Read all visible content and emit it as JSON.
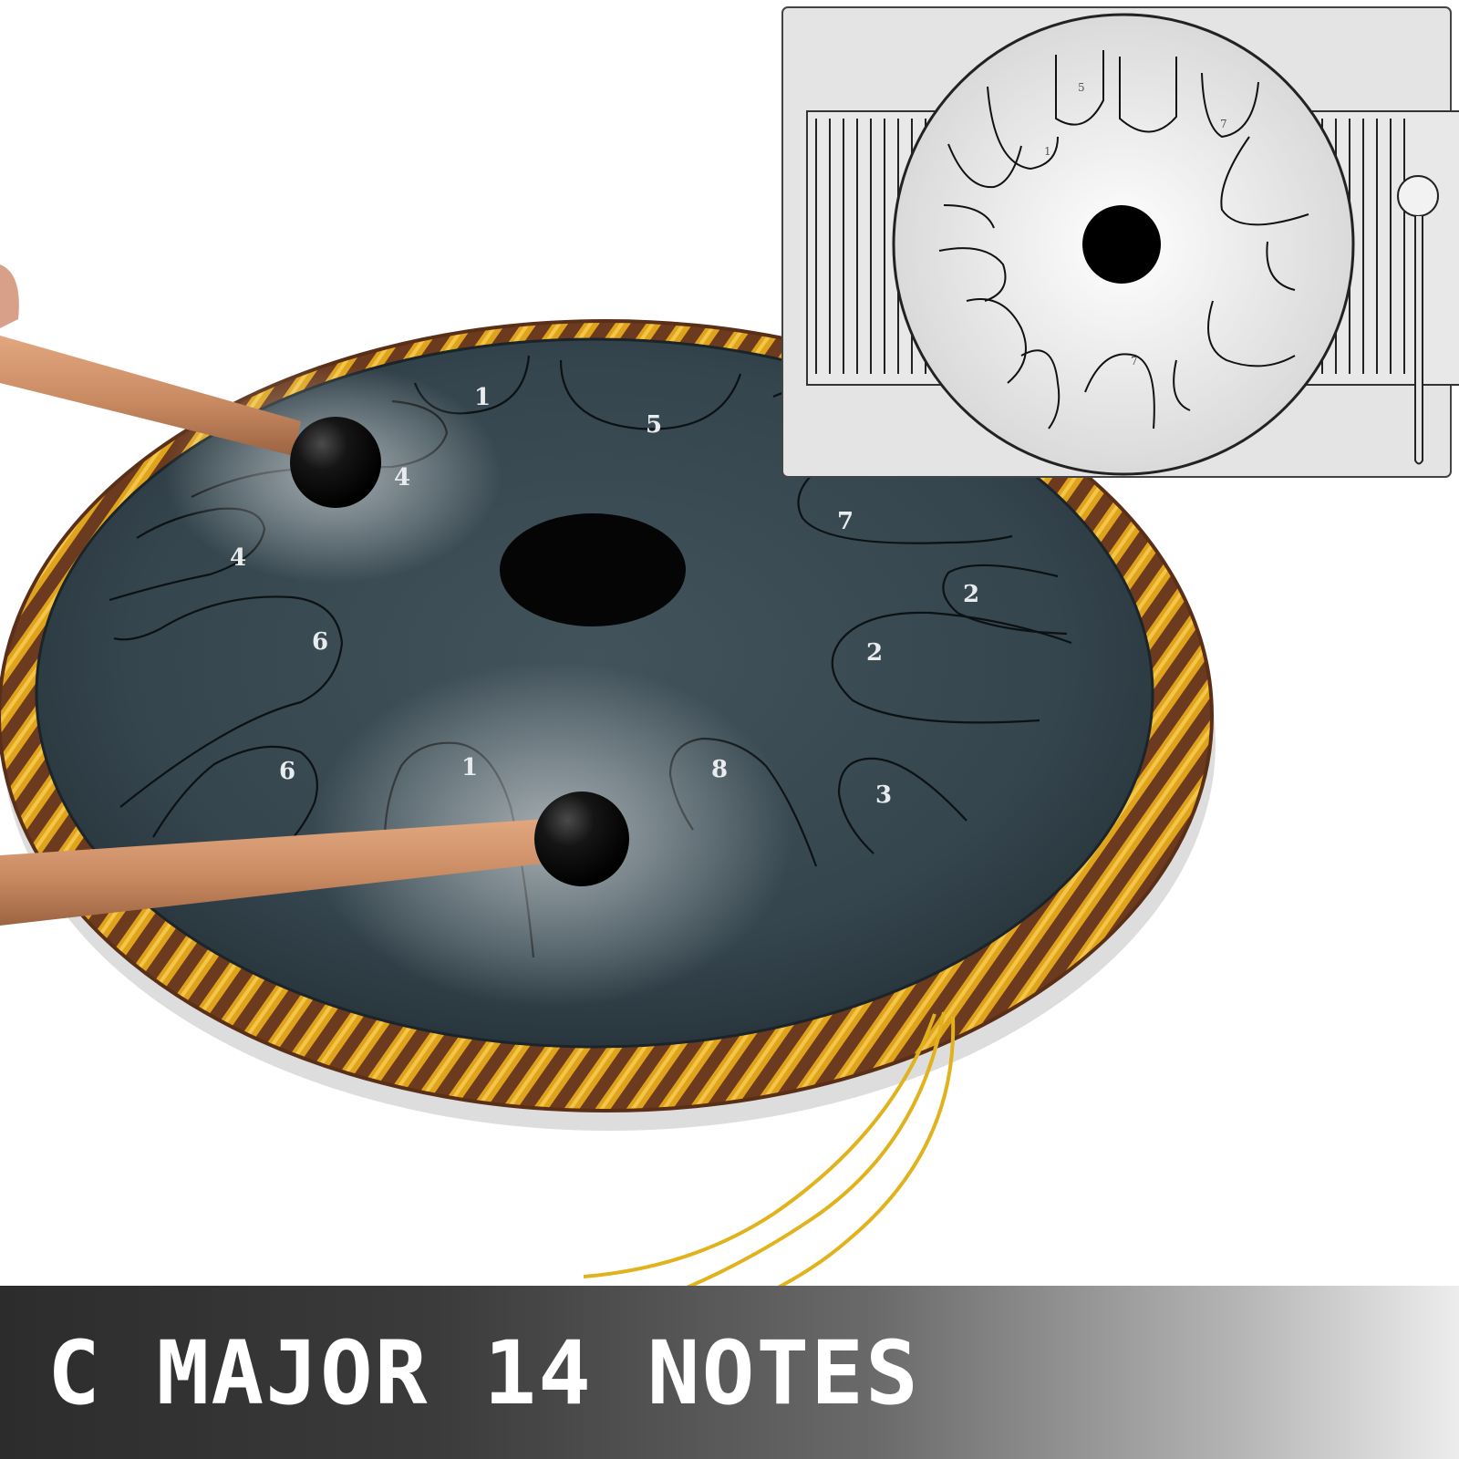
{
  "banner": {
    "title": "C MAJOR 14 NOTES"
  },
  "drum": {
    "note_labels": [
      "1",
      "5",
      "1",
      "4",
      "4",
      "6",
      "6",
      "1",
      "8",
      "7",
      "2",
      "2",
      "3"
    ]
  },
  "inset": {
    "note_labels": [
      "5",
      "1",
      "7",
      "7"
    ]
  },
  "colors": {
    "drum_face": "#2f3d44",
    "rope_gold": "#e0a41c",
    "rope_brown": "#6b3a1f",
    "mallet_wood": "#c98a62",
    "mallet_head": "#111111",
    "banner_dark": "#2c2c2c"
  }
}
